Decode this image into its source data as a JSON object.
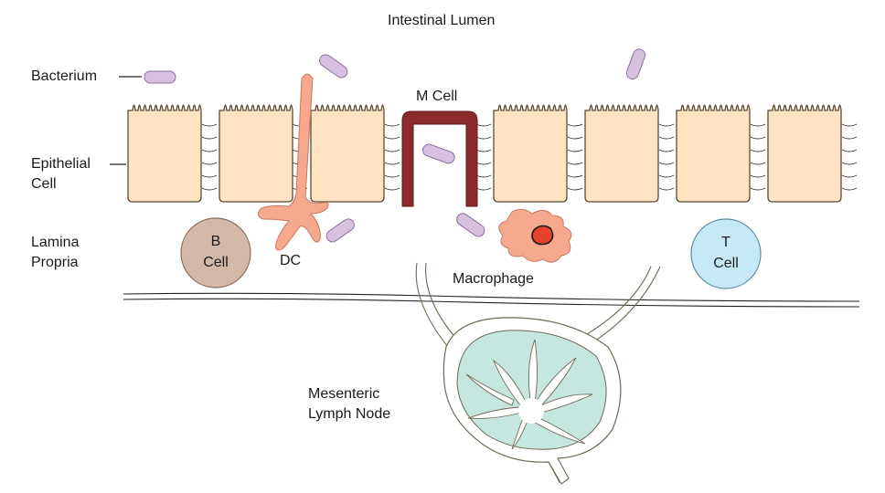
{
  "title": "Intestinal Lumen",
  "labels": {
    "bacterium": "Bacterium",
    "epithelial_line1": "Epithelial",
    "epithelial_line2": "Cell",
    "lamina_line1": "Lamina",
    "lamina_line2": "Propria",
    "m_cell": "M Cell",
    "dc": "DC",
    "macrophage": "Macrophage",
    "b_cell_line1": "B",
    "b_cell_line2": "Cell",
    "t_cell_line1": "T",
    "t_cell_line2": "Cell",
    "lymph_line1": "Mesenteric",
    "lymph_line2": "Lymph Node"
  },
  "colors": {
    "epithelium": "#fde3c0",
    "outline": "#5a4a3a",
    "bacterium": "#d6c2e0",
    "m_cell": "#8b2a2a",
    "dc": "#f7a98e",
    "macrophage": "#f7a98e",
    "macrophage_nucleus": "#e8412d",
    "b_cell": "#d4b8a8",
    "t_cell": "#c7e9f7",
    "lymph_node": "#c6e6e0"
  }
}
